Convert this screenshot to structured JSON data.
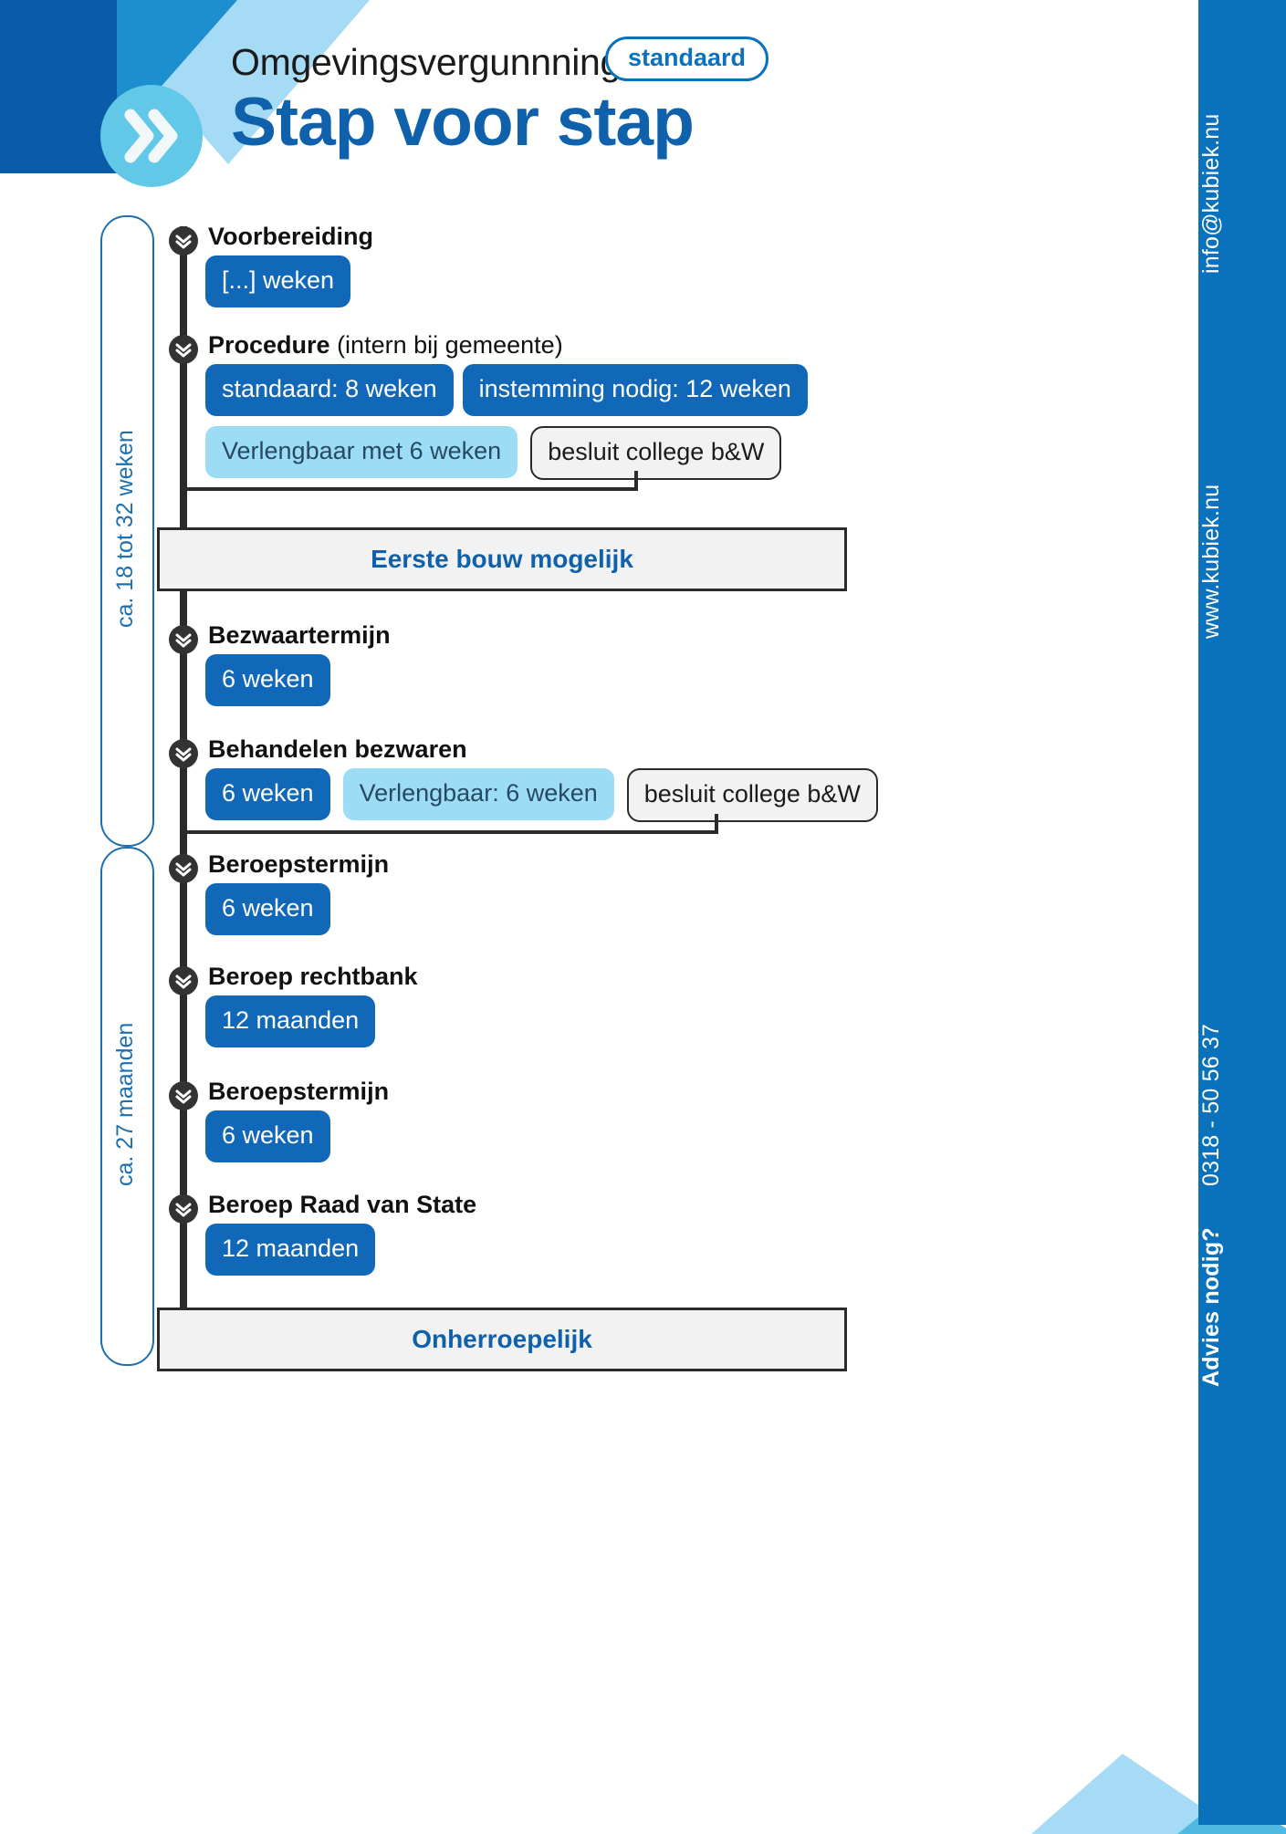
{
  "header": {
    "subtitle": "Omgevingsvergunnning",
    "badge": "standaard",
    "title": "Stap voor stap",
    "logo_icon": "double-chevron-right-icon"
  },
  "sidebar": {
    "email": "info@kubiek.nu",
    "website": "www.kubiek.nu",
    "phone": "0318 - 50 56 37",
    "advice": "Advies nodig?"
  },
  "brackets": [
    {
      "label": "ca. 18 tot 32 weken"
    },
    {
      "label": "ca. 27 maanden"
    }
  ],
  "milestones": {
    "first_build": "Eerste bouw mogelijk",
    "irrevocable": "Onherroepelijk"
  },
  "steps": [
    {
      "title": "Voorbereiding",
      "note": "",
      "chips": [
        {
          "text": "[...] weken",
          "style": "blue"
        }
      ]
    },
    {
      "title": "Procedure",
      "note": " (intern bij gemeente)",
      "chips": [
        {
          "text": "standaard: 8 weken",
          "style": "blue"
        },
        {
          "text": "instemming nodig: 12 weken",
          "style": "blue"
        }
      ],
      "chips_row2": [
        {
          "text": "Verlengbaar met 6 weken",
          "style": "lightblue"
        },
        {
          "text": "besluit college b&W",
          "style": "outline"
        }
      ]
    },
    {
      "title": "Bezwaartermijn",
      "note": "",
      "chips": [
        {
          "text": "6 weken",
          "style": "blue"
        }
      ]
    },
    {
      "title": "Behandelen bezwaren",
      "note": "",
      "chips": [
        {
          "text": "6 weken",
          "style": "blue"
        },
        {
          "text": "Verlengbaar: 6 weken",
          "style": "lightblue"
        },
        {
          "text": "besluit college b&W",
          "style": "outline"
        }
      ]
    },
    {
      "title": "Beroepstermijn",
      "note": "",
      "chips": [
        {
          "text": "6 weken",
          "style": "blue"
        }
      ]
    },
    {
      "title": "Beroep rechtbank",
      "note": "",
      "chips": [
        {
          "text": "12 maanden",
          "style": "blue"
        }
      ]
    },
    {
      "title": "Beroepstermijn",
      "note": "",
      "chips": [
        {
          "text": "6 weken",
          "style": "blue"
        }
      ]
    },
    {
      "title": "Beroep Raad van State",
      "note": "",
      "chips": [
        {
          "text": "12 maanden",
          "style": "blue"
        }
      ]
    }
  ],
  "colors": {
    "brand_blue": "#0a72bd",
    "title_blue": "#1061ab",
    "chip_blue": "#1268b8",
    "chip_lightblue": "#9ddcf5",
    "accent_cyan": "#62c8e8",
    "dark": "#2b2b2b"
  }
}
